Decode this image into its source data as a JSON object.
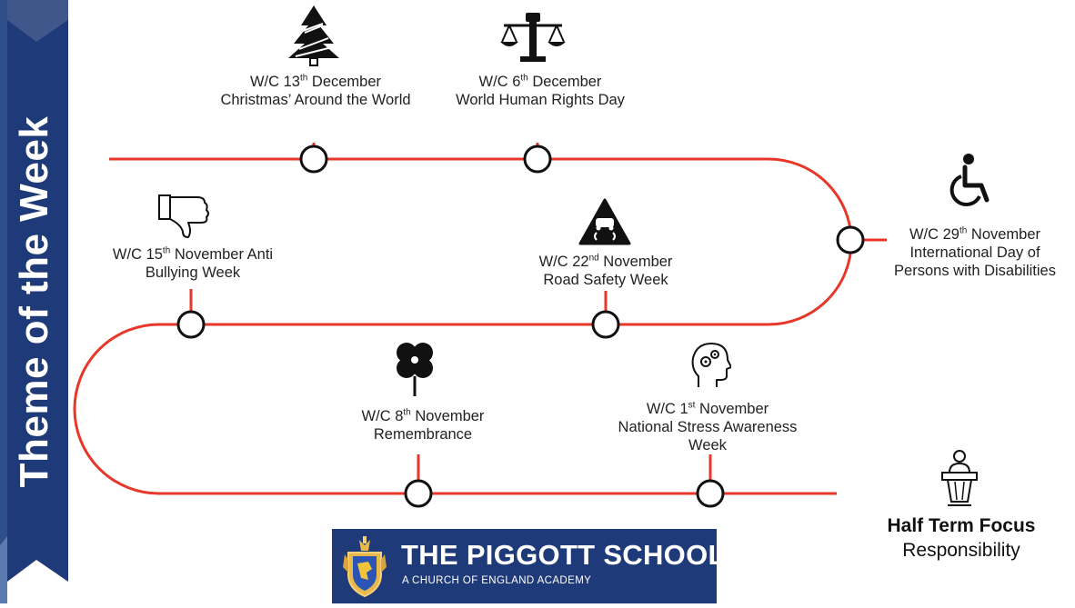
{
  "banner": {
    "title": "Theme of the Week"
  },
  "events": [
    {
      "prefix": "W/C 13",
      "sup": "th",
      "suffix": " December",
      "line2": "Christmas’ Around the World",
      "icon": "christmas-tree-icon"
    },
    {
      "prefix": "W/C 6",
      "sup": "th",
      "suffix": " December",
      "line2": "World Human Rights Day",
      "icon": "justice-scales-fist-icon"
    },
    {
      "prefix": "W/C 29",
      "sup": "th",
      "suffix": " November",
      "line2": "International Day of",
      "line3": "Persons with Disabilities",
      "icon": "wheelchair-icon"
    },
    {
      "prefix": "W/C 15",
      "sup": "th",
      "suffix": " November Anti",
      "line2": "Bullying Week",
      "icon": "thumbs-down-icon"
    },
    {
      "prefix": "W/C 22",
      "sup": "nd",
      "suffix": " November",
      "line2": "Road Safety Week",
      "icon": "slippery-road-sign-icon"
    },
    {
      "prefix": "W/C 8",
      "sup": "th",
      "suffix": " November",
      "line2": "Remembrance",
      "icon": "poppy-icon"
    },
    {
      "prefix": "W/C 1",
      "sup": "st",
      "suffix": " November",
      "line2": "National Stress Awareness",
      "line3": "Week",
      "icon": "head-gears-icon"
    }
  ],
  "focus": {
    "title": "Half Term Focus",
    "value": "Responsibility",
    "icon": "lectern-speaker-icon"
  },
  "logo": {
    "name": "THE PIGGOTT SCHOOL",
    "subtitle": "A CHURCH OF ENGLAND ACADEMY",
    "icon": "school-crest-icon"
  },
  "colors": {
    "timeline": "#e8372a",
    "banner": "#1f3a78",
    "logo_bg": "#1f3a78"
  }
}
